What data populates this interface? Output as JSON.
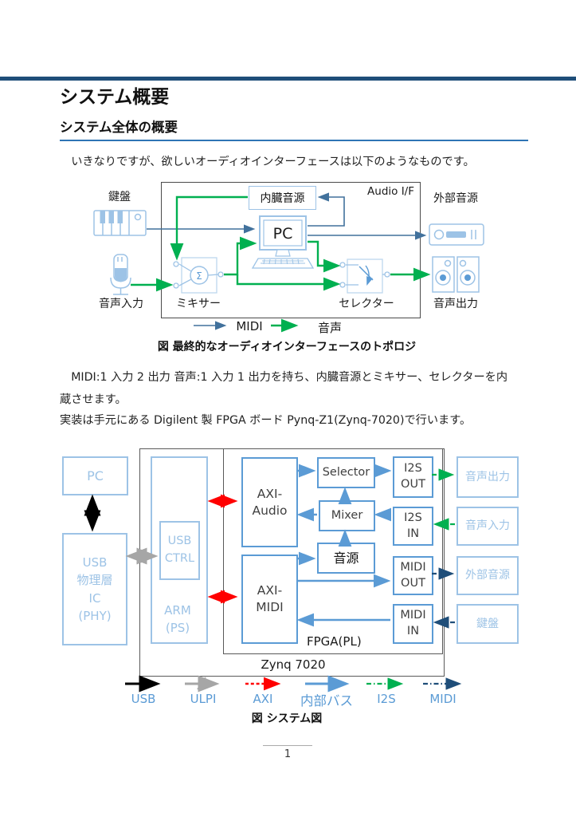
{
  "page": {
    "title": "システム概要",
    "section_heading": "システム全体の概要",
    "para1": "いきなりですが、欲しいオーディオインターフェースは以下のようなものです。",
    "para2": "MIDI:1 入力 2 出力  音声:1 入力 1 出力を持ち、内臓音源とミキサー、セレクターを内\n蔵させます。",
    "para3": "実装は手元にある Digilent 製 FPGA ボード Pynq-Z1(Zynq-7020)で行います。",
    "page_number": "1"
  },
  "figure1": {
    "caption": "図 最終的なオーディオインターフェースのトポロジ",
    "keyboard_label": "鍵盤",
    "audio_input_label": "音声入力",
    "mixer_label": "ミキサー",
    "selector_label": "セレクター",
    "internal_source_label": "内臓音源",
    "audio_if_label": "Audio I/F",
    "external_source_label": "外部音源",
    "audio_output_label": "音声出力",
    "pc_label": "PC",
    "sigma": "Σ",
    "legend_midi": "MIDI",
    "legend_audio": "音声"
  },
  "figure2": {
    "caption": "図 システム図",
    "pc": "PC",
    "usb_phy": "USB\n物理層\nIC\n(PHY)",
    "usb_ctrl": "USB\nCTRL",
    "arm": "ARM\n(PS)",
    "axi_audio": "AXI-\nAudio",
    "axi_midi": "AXI-\nMIDI",
    "selector": "Selector",
    "mixer": "Mixer",
    "sound_source": "音源",
    "i2s_out": "I2S\nOUT",
    "i2s_in": "I2S\nIN",
    "midi_out": "MIDI\nOUT",
    "midi_in": "MIDI\nIN",
    "audio_out_box": "音声出力",
    "audio_in_box": "音声入力",
    "ext_source_box": "外部音源",
    "keyboard_box": "鍵盤",
    "zynq_label": "Zynq 7020",
    "fpga_label": "FPGA(PL)",
    "legend": [
      "USB",
      "ULPI",
      "AXI",
      "内部バス",
      "I2S",
      "MIDI"
    ]
  },
  "colors": {
    "accent_navy": "#1F4E79",
    "heading_rule": "#2E74B5",
    "light_blue": "#9DC3E6",
    "medium_blue": "#5B9BD5",
    "midi_steel": "#41719C",
    "audio_green": "#00B050",
    "axi_red": "#FF0000",
    "ulpi_gray": "#A6A6A6"
  }
}
